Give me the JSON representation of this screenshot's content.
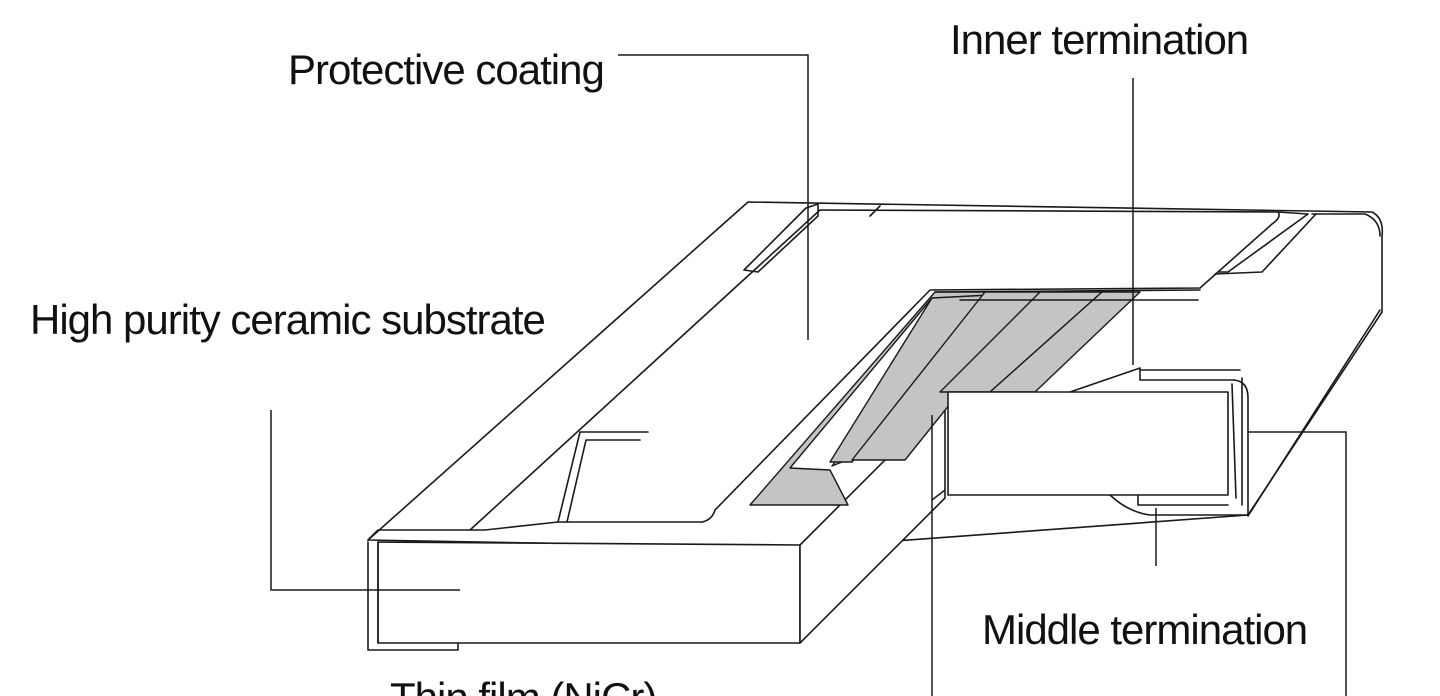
{
  "labels": {
    "protective_coating": "Protective coating",
    "inner_termination": "Inner termination",
    "ceramic_substrate": "High purity ceramic substrate",
    "middle_termination": "Middle termination",
    "thin_film": "Thin film (NiCr)"
  },
  "colors": {
    "line": "#1a1a1a",
    "film_fill": "#c4c4c4",
    "background": "#ffffff"
  }
}
